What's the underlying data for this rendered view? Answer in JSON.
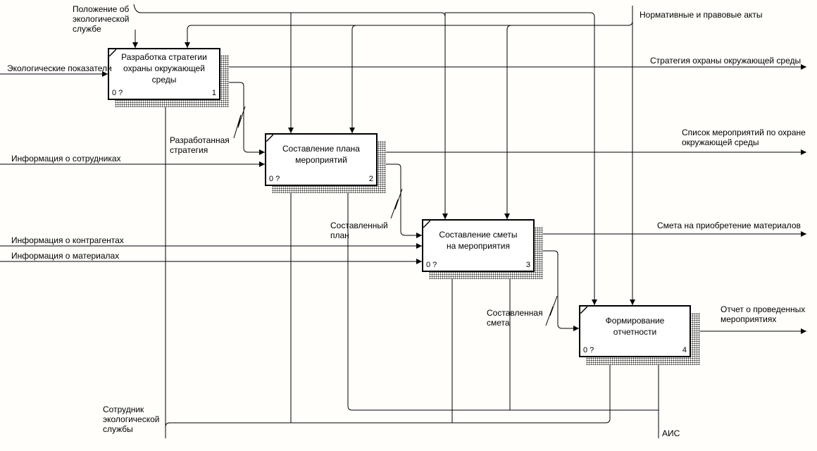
{
  "boxes": [
    {
      "id": "a1",
      "title": "Разработка стратегии\nохраны окружающей\nсреды",
      "cost": "0 ?",
      "number": "1"
    },
    {
      "id": "a2",
      "title": "Составление плана\nмероприятий",
      "cost": "0 ?",
      "number": "2"
    },
    {
      "id": "a3",
      "title": "Составление сметы\nна мероприятия",
      "cost": "0 ?",
      "number": "3"
    },
    {
      "id": "a4",
      "title": "Формирование\nотчетности",
      "cost": "0 ?",
      "number": "4"
    }
  ],
  "inputs": {
    "eco_indicators": "Экологические показатели",
    "staff_info": "Информация о сотрудниках",
    "contractor_info": "Информация о контрагентах",
    "material_info": "Информация о материалах"
  },
  "controls": {
    "eco_service_regulation": "Положение об\nэкологической\nслужбе",
    "legal_acts": "Нормативные и правовые акты"
  },
  "outputs": {
    "strategy": "Стратегия охраны окружающей среды",
    "measures_list": "Список мероприятий по охране\nокружающей среды",
    "materials_estimate": "Смета на приобретение материалов",
    "report": "Отчет о проведенных\nмероприятиях"
  },
  "internal_arrows": {
    "developed_strategy": "Разработанная\nстратегия",
    "compiled_plan": "Составленный\nплан",
    "compiled_estimate": "Составленная\nсмета"
  },
  "mechanisms": {
    "eco_employee": "Сотрудник\nэкологической\nслужбы",
    "ais": "АИС"
  }
}
